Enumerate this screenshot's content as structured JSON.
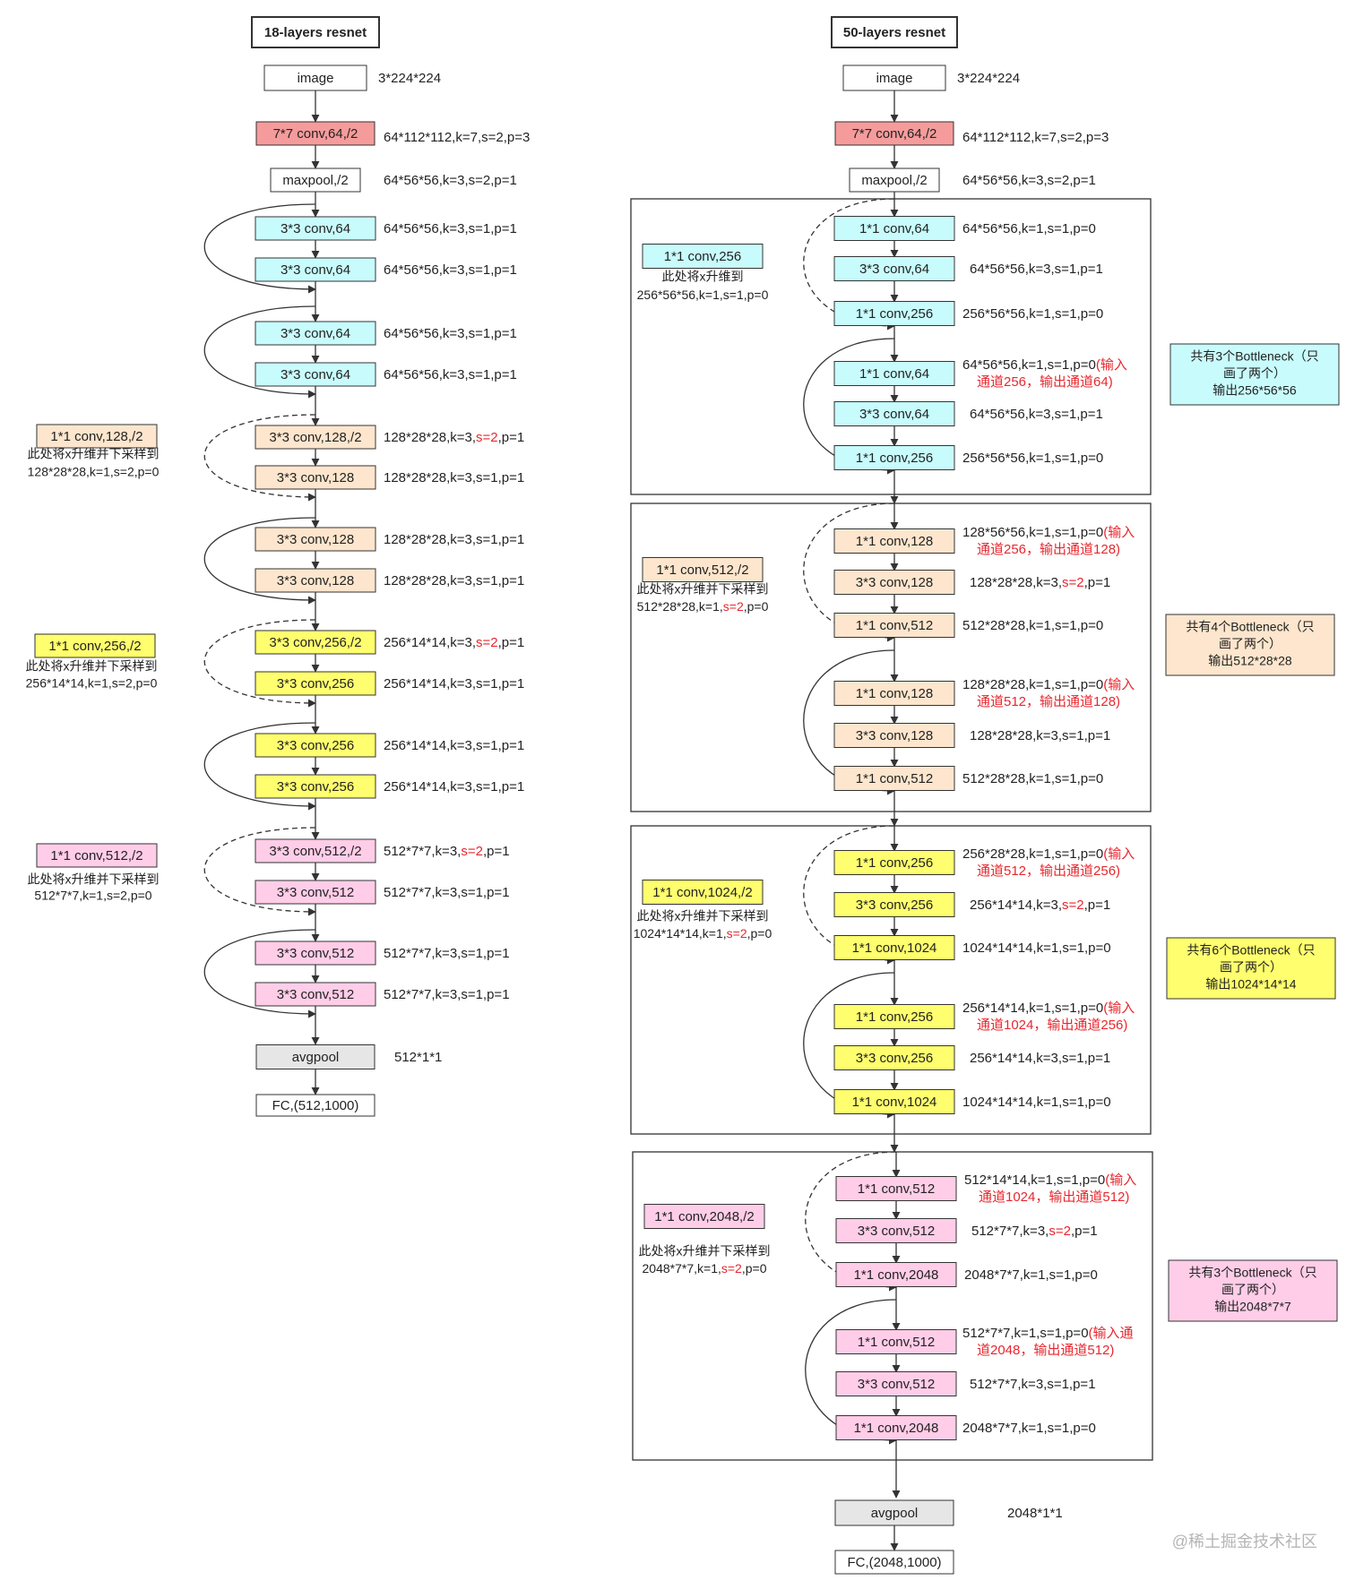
{
  "colors": {
    "stem": "#f59b9b",
    "cyan": "#c8fbfc",
    "peach": "#fde6cd",
    "yellow": "#fefe6e",
    "pink": "#ffcde8",
    "gray": "#e6e6e6",
    "white": "#ffffff",
    "highlight": "#e8272e",
    "stroke": "#333333"
  },
  "resnet18": {
    "title": "18-layers resnet",
    "image": {
      "label": "image",
      "note": "3*224*224"
    },
    "conv1": {
      "label": "7*7 conv,64,/2",
      "note": "64*112*112,k=7,s=2,p=3"
    },
    "maxpool": {
      "label": "maxpool,/2",
      "note": "64*56*56,k=3,s=2,p=1"
    },
    "layers": [
      {
        "label": "3*3 conv,64",
        "note": "64*56*56,k=3,s=1,p=1"
      },
      {
        "label": "3*3 conv,64",
        "note": "64*56*56,k=3,s=1,p=1"
      },
      {
        "label": "3*3 conv,64",
        "note": "64*56*56,k=3,s=1,p=1"
      },
      {
        "label": "3*3 conv,64",
        "note": "64*56*56,k=3,s=1,p=1"
      },
      {
        "label": "3*3 conv,128,/2",
        "note_a": "128*28*28,k=3,",
        "note_hl": "s=2",
        "note_b": ",p=1"
      },
      {
        "label": "3*3 conv,128",
        "note": "128*28*28,k=3,s=1,p=1"
      },
      {
        "label": "3*3 conv,128",
        "note": "128*28*28,k=3,s=1,p=1"
      },
      {
        "label": "3*3 conv,128",
        "note": "128*28*28,k=3,s=1,p=1"
      },
      {
        "label": "3*3 conv,256,/2",
        "note_a": "256*14*14,k=3,",
        "note_hl": "s=2",
        "note_b": ",p=1"
      },
      {
        "label": "3*3 conv,256",
        "note": "256*14*14,k=3,s=1,p=1"
      },
      {
        "label": "3*3 conv,256",
        "note": "256*14*14,k=3,s=1,p=1"
      },
      {
        "label": "3*3 conv,256",
        "note": "256*14*14,k=3,s=1,p=1"
      },
      {
        "label": "3*3 conv,512,/2",
        "note_a": "512*7*7,k=3,",
        "note_hl": "s=2",
        "note_b": ",p=1"
      },
      {
        "label": "3*3 conv,512",
        "note": "512*7*7,k=3,s=1,p=1"
      },
      {
        "label": "3*3 conv,512",
        "note": "512*7*7,k=3,s=1,p=1"
      },
      {
        "label": "3*3 conv,512",
        "note": "512*7*7,k=3,s=1,p=1"
      }
    ],
    "shortcuts": [
      {
        "label": "1*1 conv,128,/2",
        "line1": "此处将x升维并下采样到",
        "line2": "128*28*28,k=1,s=2,p=0"
      },
      {
        "label": "1*1 conv,256,/2",
        "line1": "此处将x升维并下采样到",
        "line2": "256*14*14,k=1,s=2,p=0"
      },
      {
        "label": "1*1 conv,512,/2",
        "line1": "此处将x升维并下采样到",
        "line2": "512*7*7,k=1,s=2,p=0"
      }
    ],
    "avgpool": {
      "label": "avgpool",
      "note": "512*1*1"
    },
    "fc": {
      "label": "FC,(512,1000)"
    }
  },
  "resnet50": {
    "title": "50-layers resnet",
    "image": {
      "label": "image",
      "note": "3*224*224"
    },
    "conv1": {
      "label": "7*7 conv,64,/2",
      "note": "64*112*112,k=7,s=2,p=3"
    },
    "maxpool": {
      "label": "maxpool,/2",
      "note": "64*56*56,k=3,s=2,p=1"
    },
    "stages": [
      {
        "blocks": [
          {
            "label": "1*1 conv,64",
            "note": [
              {
                "t": "64*56*56,k=1,s=1,p=0"
              }
            ]
          },
          {
            "label": "3*3 conv,64",
            "note": [
              {
                "t": "64*56*56,k=3,s=1,p=1"
              }
            ]
          },
          {
            "label": "1*1 conv,256",
            "note": [
              {
                "t": "256*56*56,k=1,s=1,p=0"
              }
            ]
          },
          {
            "label": "1*1 conv,64",
            "note": [
              {
                "t": "64*56*56,k=1,s=1,p=0"
              },
              {
                "t": "(输入",
                "hl": true
              }
            ],
            "note2": "通道256，输出通道64)"
          },
          {
            "label": "3*3 conv,64",
            "note": [
              {
                "t": "64*56*56,k=3,s=1,p=1"
              }
            ]
          },
          {
            "label": "1*1 conv,256",
            "note": [
              {
                "t": "256*56*56,k=1,s=1,p=0"
              }
            ]
          }
        ],
        "shortcut": {
          "label": "1*1 conv,256",
          "line1": "此处将x升维到",
          "line2": [
            {
              "t": "256*56*56,k=1,s=1,p=0"
            }
          ]
        },
        "summary": [
          "共有3个Bottleneck（只",
          "画了两个）",
          "输出256*56*56"
        ]
      },
      {
        "blocks": [
          {
            "label": "1*1 conv,128",
            "note": [
              {
                "t": "128*56*56,k=1,s=1,p=0"
              },
              {
                "t": "(输入",
                "hl": true
              }
            ],
            "note2": "通道256，输出通道128)"
          },
          {
            "label": "3*3 conv,128",
            "note": [
              {
                "t": "128*28*28,k=3,"
              },
              {
                "t": "s=2",
                "hl": true
              },
              {
                "t": ",p=1"
              }
            ]
          },
          {
            "label": "1*1 conv,512",
            "note": [
              {
                "t": "512*28*28,k=1,s=1,p=0"
              }
            ]
          },
          {
            "label": "1*1 conv,128",
            "note": [
              {
                "t": "128*28*28,k=1,s=1,p=0"
              },
              {
                "t": "(输入",
                "hl": true
              }
            ],
            "note2": "通道512，输出通道128)"
          },
          {
            "label": "3*3 conv,128",
            "note": [
              {
                "t": "128*28*28,k=3,s=1,p=1"
              }
            ]
          },
          {
            "label": "1*1 conv,512",
            "note": [
              {
                "t": "512*28*28,k=1,s=1,p=0"
              }
            ]
          }
        ],
        "shortcut": {
          "label": "1*1 conv,512,/2",
          "line1": "此处将x升维并下采样到",
          "line2": [
            {
              "t": "512*28*28,k=1,"
            },
            {
              "t": "s=2",
              "hl": true
            },
            {
              "t": ",p=0"
            }
          ]
        },
        "summary": [
          "共有4个Bottleneck（只",
          "画了两个）",
          "输出512*28*28"
        ]
      },
      {
        "blocks": [
          {
            "label": "1*1 conv,256",
            "note": [
              {
                "t": "256*28*28,k=1,s=1,p=0"
              },
              {
                "t": "(输入",
                "hl": true
              }
            ],
            "note2": "通道512，输出通道256)"
          },
          {
            "label": "3*3 conv,256",
            "note": [
              {
                "t": "256*14*14,k=3,"
              },
              {
                "t": "s=2",
                "hl": true
              },
              {
                "t": ",p=1"
              }
            ]
          },
          {
            "label": "1*1 conv,1024",
            "note": [
              {
                "t": "1024*14*14,k=1,s=1,p=0"
              }
            ]
          },
          {
            "label": "1*1 conv,256",
            "note": [
              {
                "t": "256*14*14,k=1,s=1,p=0"
              },
              {
                "t": "(输入",
                "hl": true
              }
            ],
            "note2": "通道1024，输出通道256)"
          },
          {
            "label": "3*3 conv,256",
            "note": [
              {
                "t": "256*14*14,k=3,s=1,p=1"
              }
            ]
          },
          {
            "label": "1*1 conv,1024",
            "note": [
              {
                "t": "1024*14*14,k=1,s=1,p=0"
              }
            ]
          }
        ],
        "shortcut": {
          "label": "1*1 conv,1024,/2",
          "line1": "此处将x升维并下采样到",
          "line2": [
            {
              "t": "1024*14*14,k=1,"
            },
            {
              "t": "s=2",
              "hl": true
            },
            {
              "t": ",p=0"
            }
          ]
        },
        "summary": [
          "共有6个Bottleneck（只",
          "画了两个）",
          "输出1024*14*14"
        ]
      },
      {
        "blocks": [
          {
            "label": "1*1 conv,512",
            "note": [
              {
                "t": "512*14*14,k=1,s=1,p=0"
              },
              {
                "t": "(输入",
                "hl": true
              }
            ],
            "note2": "通道1024，输出通道512)"
          },
          {
            "label": "3*3 conv,512",
            "note": [
              {
                "t": "512*7*7,k=3,"
              },
              {
                "t": "s=2",
                "hl": true
              },
              {
                "t": ",p=1"
              }
            ]
          },
          {
            "label": "1*1 conv,2048",
            "note": [
              {
                "t": "2048*7*7,k=1,s=1,p=0"
              }
            ]
          },
          {
            "label": "1*1 conv,512",
            "note": [
              {
                "t": "512*7*7,k=1,s=1,p=0"
              },
              {
                "t": "(输入通",
                "hl": true
              }
            ],
            "note2": "道2048，输出通道512)"
          },
          {
            "label": "3*3 conv,512",
            "note": [
              {
                "t": "512*7*7,k=3,s=1,p=1"
              }
            ]
          },
          {
            "label": "1*1 conv,2048",
            "note": [
              {
                "t": "2048*7*7,k=1,s=1,p=0"
              }
            ]
          }
        ],
        "shortcut": {
          "label": "1*1 conv,2048,/2",
          "line1": "此处将x升维并下采样到",
          "line2": [
            {
              "t": "2048*7*7,k=1,"
            },
            {
              "t": "s=2",
              "hl": true
            },
            {
              "t": ",p=0"
            }
          ]
        },
        "summary": [
          "共有3个Bottleneck（只",
          "画了两个）",
          "输出2048*7*7"
        ]
      }
    ],
    "avgpool": {
      "label": "avgpool",
      "note": "2048*1*1"
    },
    "fc": {
      "label": "FC,(2048,1000)"
    }
  },
  "watermark": "@稀土掘金技术社区"
}
